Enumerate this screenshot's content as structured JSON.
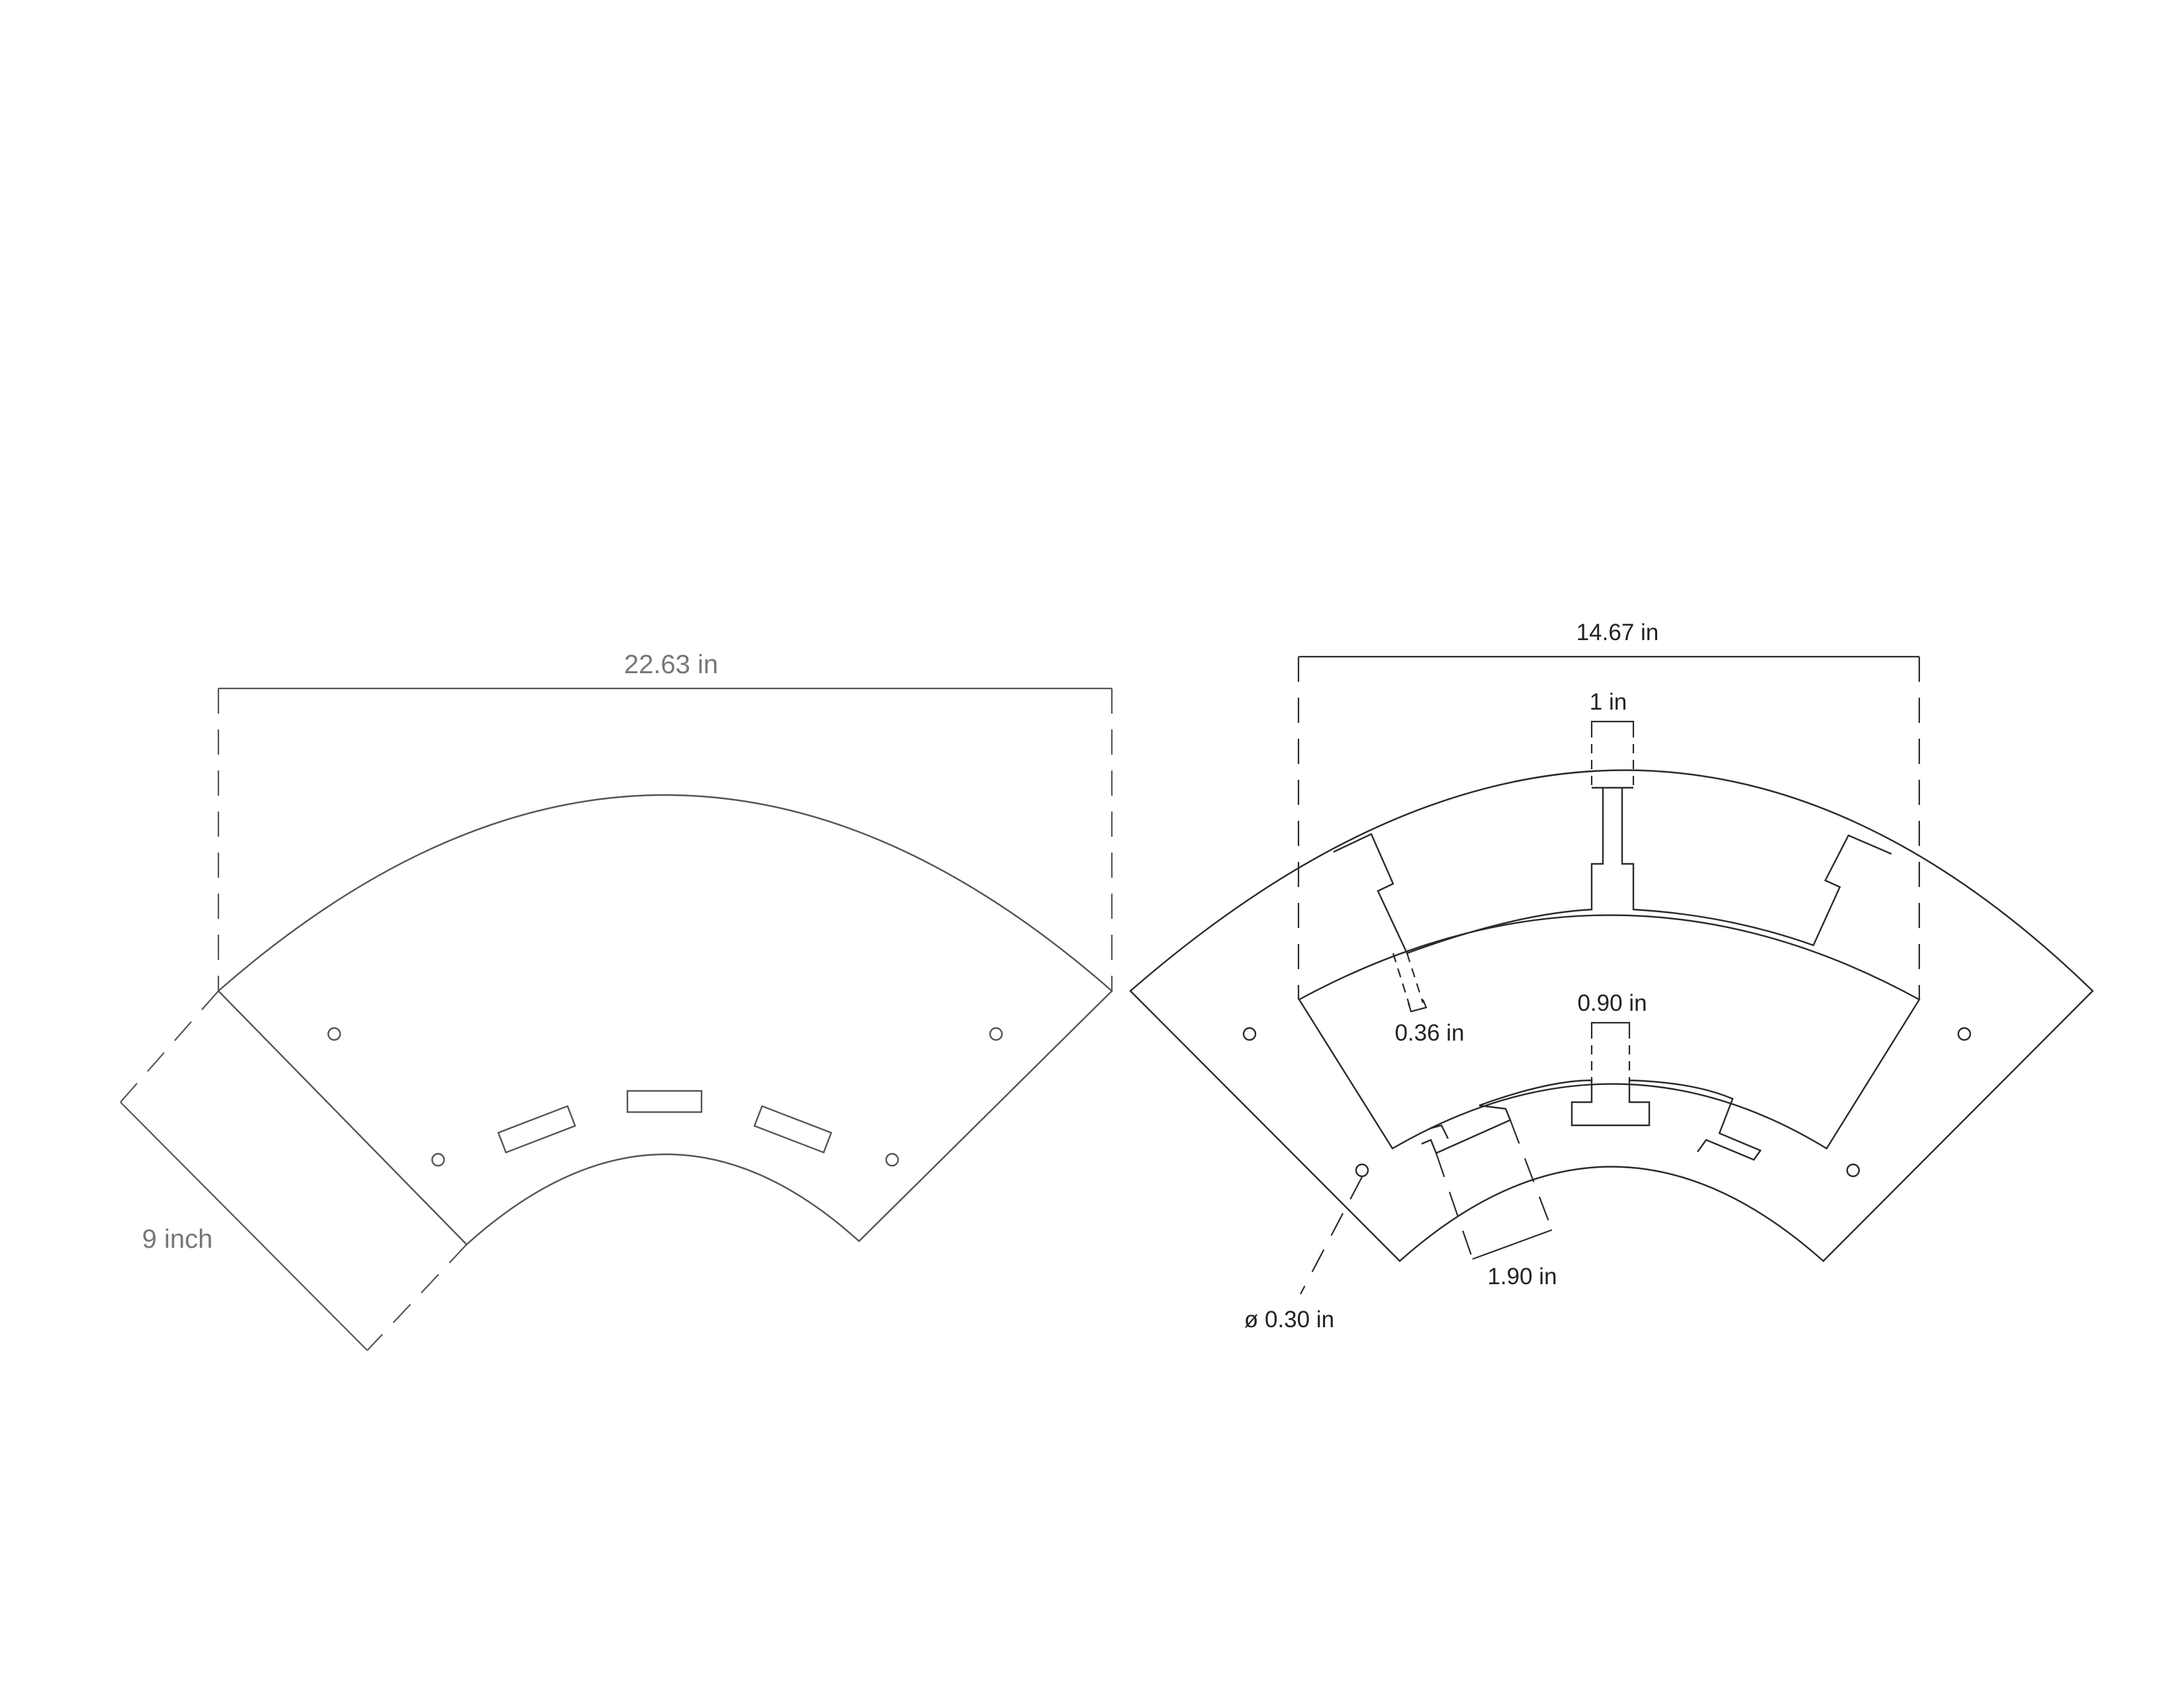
{
  "left_panel": {
    "width_label": "22.63 in",
    "depth_label": "9 inch"
  },
  "right_panel": {
    "width_label": "14.67 in",
    "top_slot_label": "1 in",
    "tab_neck_label": "0.36 in",
    "bottom_slot_label": "0.90 in",
    "slot_length_label": "1.90 in",
    "hole_label": "ø 0.30 in"
  },
  "colors": {
    "background": "#ffffff",
    "left_lines": "#555555",
    "right_lines": "#2a2a2a"
  }
}
